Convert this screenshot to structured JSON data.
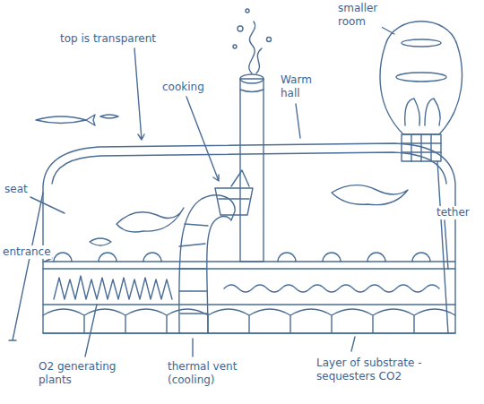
{
  "diagram": {
    "labels": [
      "smaller room",
      "top is transparent",
      "Warm hall",
      "cooking",
      "seat",
      "tether",
      "entrance",
      "O2 generating plants",
      "thermal vent (cooling)",
      "Layer of substrate - sequesters CO2"
    ]
  }
}
